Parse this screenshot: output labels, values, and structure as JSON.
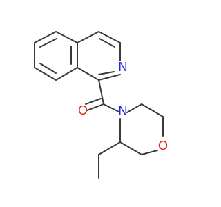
{
  "molecule": {
    "atoms": {
      "nitrogen_ring": {
        "symbol": "N",
        "color": "#1f1fe6"
      },
      "nitrogen_amide": {
        "symbol": "N",
        "color": "#1f1fe6"
      },
      "oxygen_carbonyl": {
        "symbol": "O",
        "color": "#e61f1f"
      },
      "oxygen_ring": {
        "symbol": "O",
        "color": "#e61f1f"
      }
    },
    "bond_color": "#3a3a3a",
    "background_color": "#ffffff"
  }
}
